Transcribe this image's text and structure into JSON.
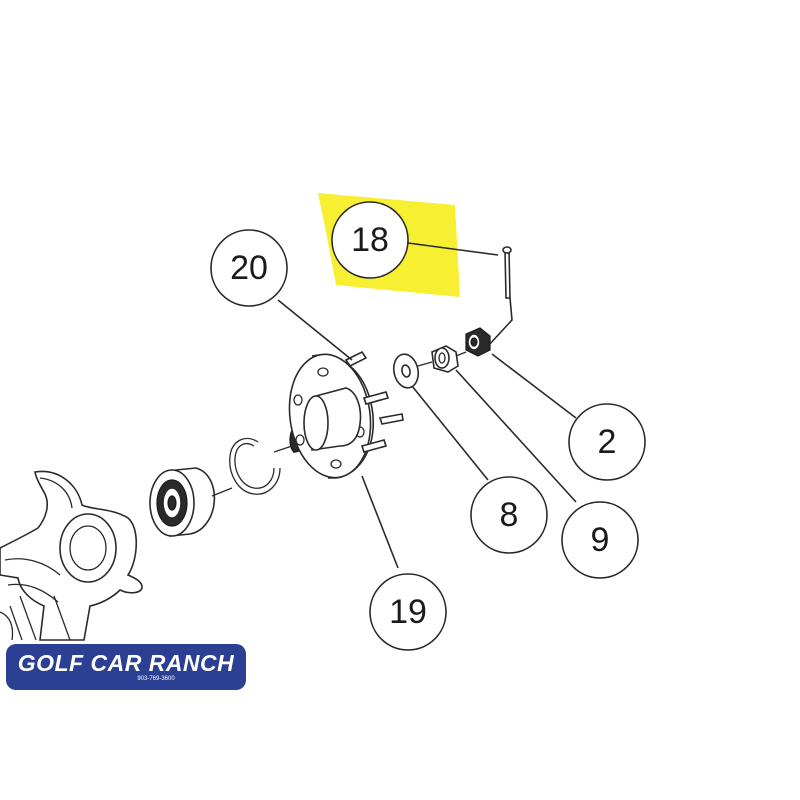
{
  "colors": {
    "highlight": "#f7f032",
    "line": "#2a2a2a",
    "logo_bg": "#2b3f93",
    "logo_text": "#ffffff"
  },
  "callouts": {
    "c18": "18",
    "c20": "20",
    "c2": "2",
    "c8": "8",
    "c9": "9",
    "c19": "19"
  },
  "logo": {
    "name": "GOLF CAR RANCH",
    "phone": "903-769-3600"
  }
}
